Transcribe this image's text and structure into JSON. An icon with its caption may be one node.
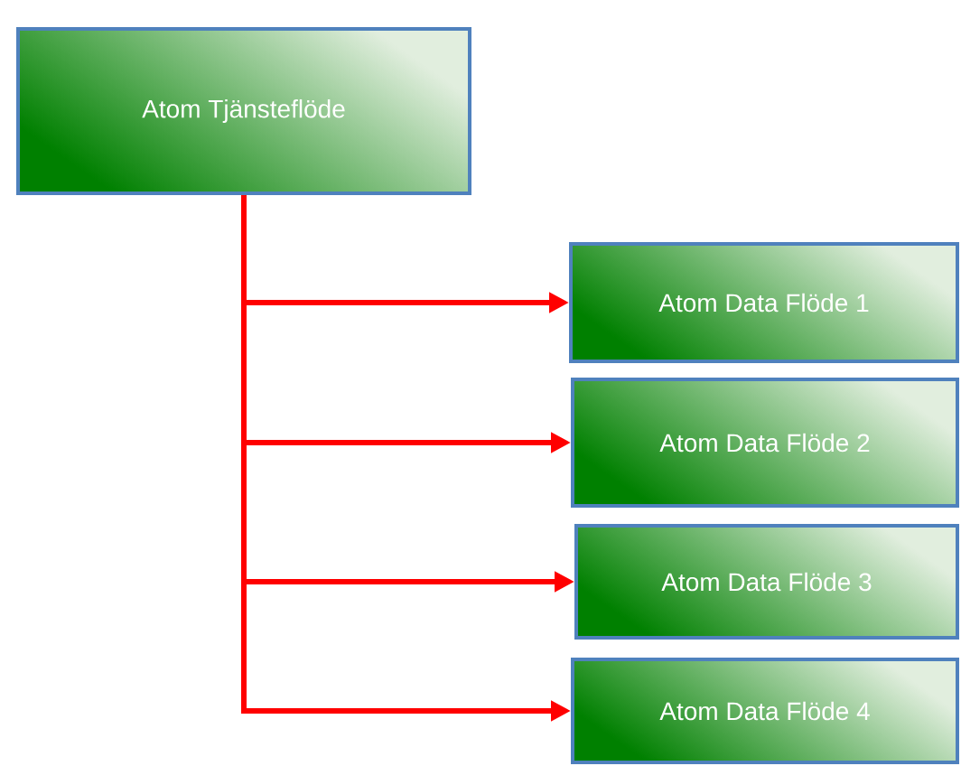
{
  "diagram": {
    "nodes": [
      {
        "text": [
          "Atom Tjänsteflöde"
        ]
      },
      {
        "text": [
          "Atom Data Flöde 1"
        ]
      },
      {
        "text": [
          "Atom Data Flöde 2"
        ]
      },
      {
        "text": [
          "Atom Data Flöde 3"
        ]
      },
      {
        "text": [
          "Atom Data Flöde 4"
        ]
      }
    ],
    "edges": [
      {
        "from": 0,
        "to": 1,
        "arrow": "to"
      },
      {
        "from": 0,
        "to": 2,
        "arrow": "to"
      },
      {
        "from": 0,
        "to": 3,
        "arrow": "to"
      },
      {
        "from": 0,
        "to": 4,
        "arrow": "to"
      }
    ]
  }
}
